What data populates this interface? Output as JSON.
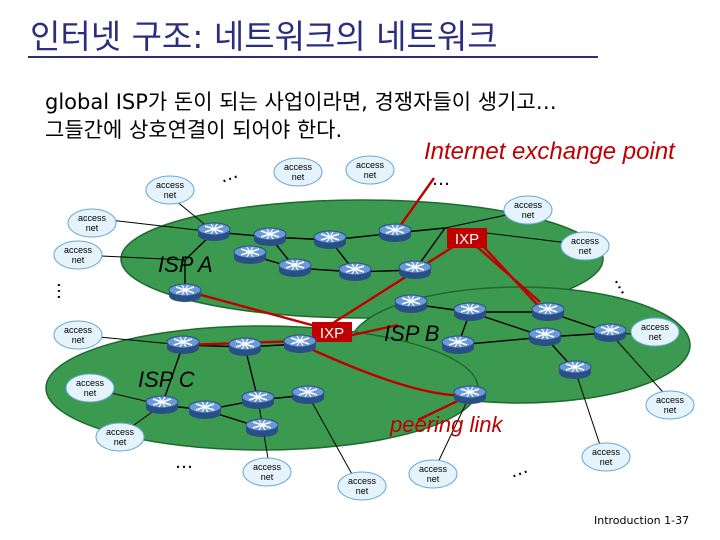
{
  "title": "인터넷 구조: 네트워크의 네트워크",
  "body": {
    "line1": "global ISP가 돈이 되는 사업이라면, 경쟁자들이 생기고…",
    "line2": "그들간에 상호연결이 되어야 한다."
  },
  "callouts": {
    "internet_exchange_point": "Internet exchange point",
    "peering_link": "peering link"
  },
  "isps": {
    "a": "ISP A",
    "b": "ISP B",
    "c": "ISP C"
  },
  "ixp_label": "IXP",
  "access_net": {
    "line1": "access",
    "line2": "net"
  },
  "ellipsis": "…",
  "footer": "Introduction 1-37",
  "colors": {
    "title": "#2d2d80",
    "isp_fill": "#3c9a50",
    "link_red": "#c00000",
    "router": "#3d6fb0",
    "cloud": "#e4f3fc"
  }
}
